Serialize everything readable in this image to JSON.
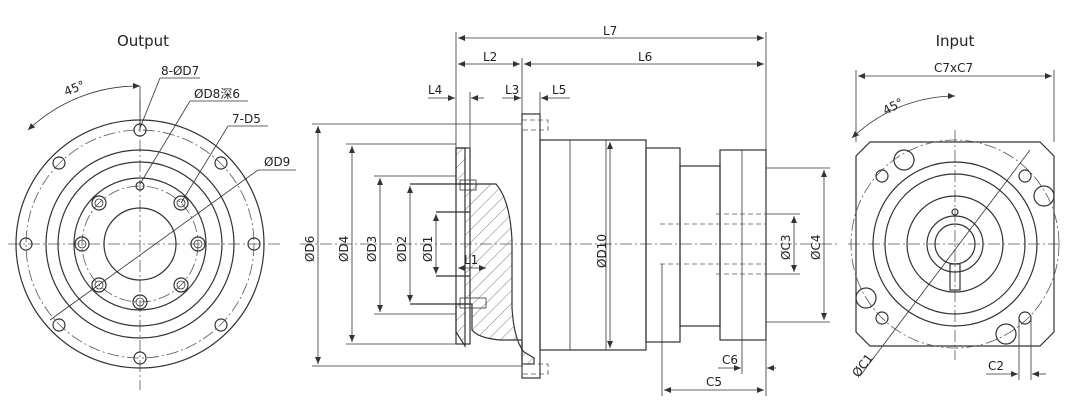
{
  "views": {
    "output": {
      "title": "Output"
    },
    "input": {
      "title": "Input"
    }
  },
  "labels": {
    "angle_out": "45°",
    "d7": "8-ØD7",
    "d8": "ØD8深6",
    "d5": "7-D5",
    "d9": "ØD9",
    "d6": "ØD6",
    "d4": "ØD4",
    "d3": "ØD3",
    "d2": "ØD2",
    "d1": "ØD1",
    "l1": "L1",
    "d10": "ØD10",
    "c3": "ØC3",
    "c4": "ØC4",
    "l7": "L7",
    "l2": "L2",
    "l6": "L6",
    "l4": "L4",
    "l3": "L3",
    "l5": "L5",
    "c6": "C6",
    "c5": "C5",
    "c7": "C7xC7",
    "angle_in": "45°",
    "c1": "ØC1",
    "c2": "C2"
  },
  "colors": {
    "line": "#333333",
    "text": "#222222",
    "background": "#ffffff"
  }
}
